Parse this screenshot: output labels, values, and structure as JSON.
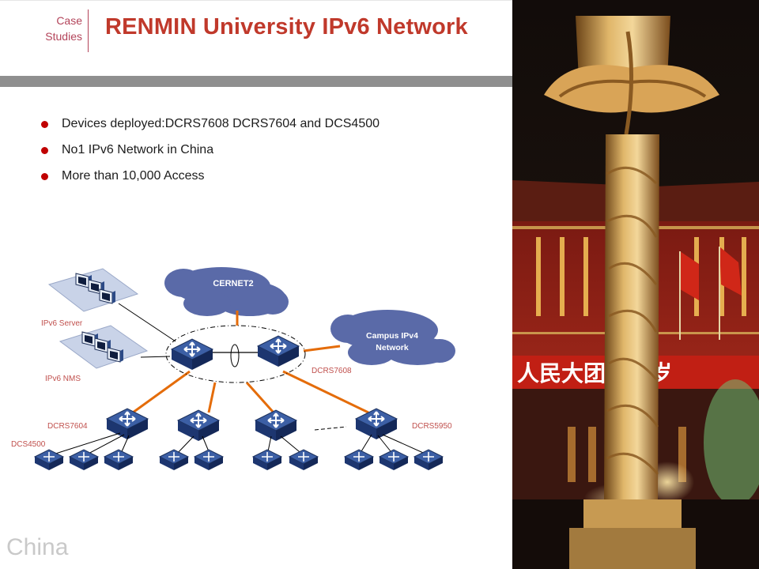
{
  "header": {
    "section": "Case\nStudies",
    "title": "RENMIN University IPv6 Network"
  },
  "bullets": [
    "Devices deployed:DCRS7608 DCRS7604 and DCS4500",
    "No1 IPv6 Network in China",
    "More than 10,000 Access"
  ],
  "diagram": {
    "clouds": {
      "cernet2": "CERNET2",
      "campus_line1": "Campus IPv4",
      "campus_line2": "Network"
    },
    "labels": {
      "ipv6_server": "IPv6 Server",
      "ipv6_nms": "IPv6 NMS",
      "dcrs7608": "DCRS7608",
      "dcrs7604": "DCRS7604",
      "dcrs5950": "DCRS5950",
      "dcs4500": "DCS4500"
    },
    "icon": "network-switch-icon"
  },
  "footer": {
    "region": "China"
  },
  "colors": {
    "title": "#c0392b",
    "bullet": "#c00000",
    "label": "#c0504d",
    "switch": "#1f3b73",
    "cloud": "#5a6aa8",
    "link": "#e46c0a",
    "divider_bar": "#8f8f8f"
  },
  "photo": {
    "sign_text": "人民大团结万岁"
  }
}
